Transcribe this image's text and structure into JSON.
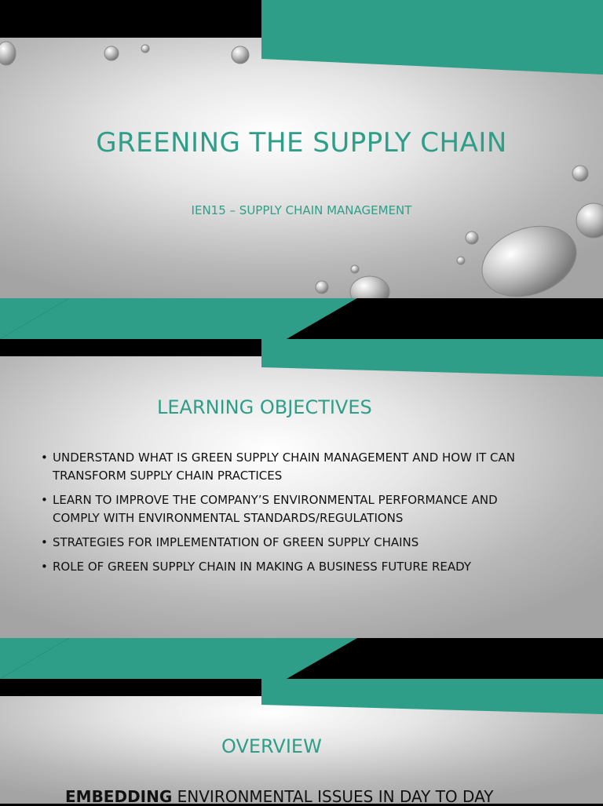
{
  "colors": {
    "teal": "#2e9e88",
    "black": "#000000",
    "text": "#111111"
  },
  "slide1": {
    "title": "GREENING THE SUPPLY CHAIN",
    "subtitle": "IEN15 – SUPPLY CHAIN MANAGEMENT"
  },
  "slide2": {
    "heading": "LEARNING OBJECTIVES",
    "bullets": [
      {
        "line1": "UNDERSTAND WHAT IS GREEN SUPPLY CHAIN MANAGEMENT AND HOW IT CAN",
        "line2": "TRANSFORM SUPPLY CHAIN PRACTICES"
      },
      {
        "line1": "LEARN TO IMPROVE THE COMPANY’S ENVIRONMENTAL PERFORMANCE AND",
        "line2": "COMPLY WITH ENVIRONMENTAL STANDARDS/REGULATIONS"
      },
      {
        "line1": "STRATEGIES FOR IMPLEMENTATION OF GREEN SUPPLY CHAINS"
      },
      {
        "line1": "ROLE OF GREEN SUPPLY CHAIN IN MAKING A BUSINESS FUTURE READY"
      }
    ],
    "bullet_symbol": "•"
  },
  "slide3": {
    "heading": "OVERVIEW",
    "body_bold": "EMBEDDING",
    "body_rest": " ENVIRONMENTAL ISSUES IN DAY TO DAY"
  }
}
